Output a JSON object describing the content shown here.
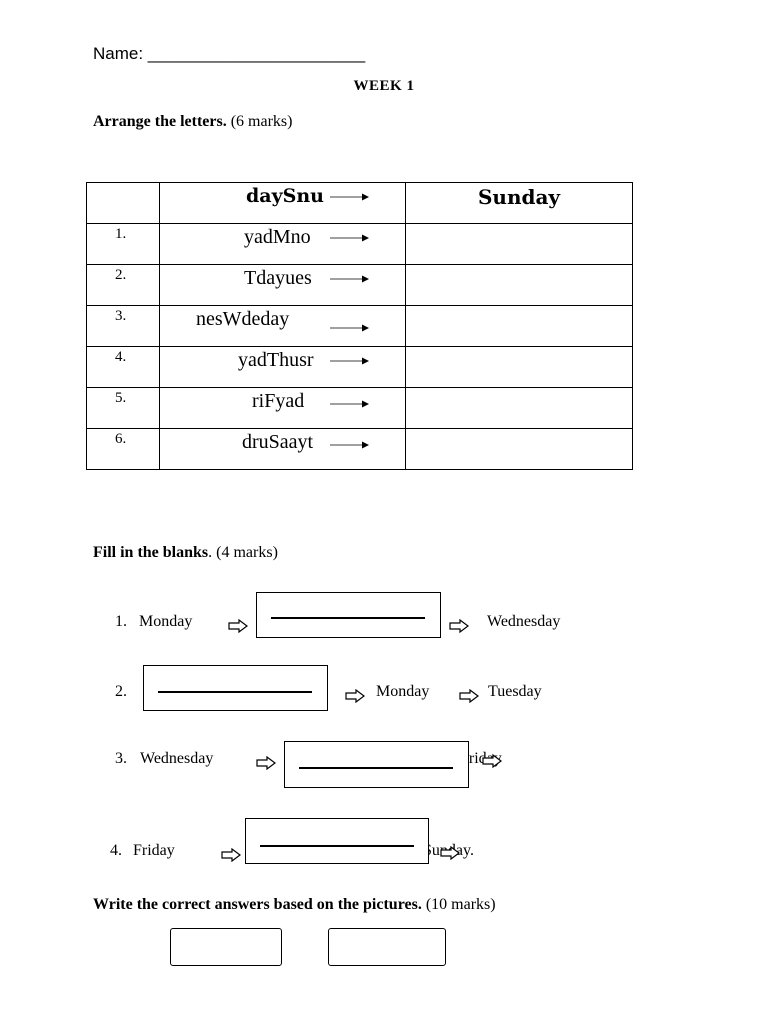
{
  "header": {
    "name_label": "Name: _______________________",
    "week": "WEEK 1"
  },
  "section1": {
    "title_bold": "Arrange the letters.",
    "title_marks": " (6 marks)",
    "example": {
      "scrambled": "daySnu",
      "answer": "Sunday"
    },
    "rows": [
      {
        "num": "1.",
        "scrambled": "yadMno"
      },
      {
        "num": "2.",
        "scrambled": "Tdayues"
      },
      {
        "num": "3.",
        "scrambled": "nesWdeday"
      },
      {
        "num": "4.",
        "scrambled": "yadThusr"
      },
      {
        "num": "5.",
        "scrambled": "riFyad"
      },
      {
        "num": "6.",
        "scrambled": "druSaayt"
      }
    ]
  },
  "section2": {
    "title_bold": "Fill in the blanks",
    "title_marks": ".  (4  marks)",
    "items": [
      {
        "num": "1.",
        "before": "Monday",
        "after": "Wednesday"
      },
      {
        "num": "2.",
        "after1": "Monday",
        "after2": "Tuesday"
      },
      {
        "num": "3.",
        "before": "Wednesday",
        "after": "Friday"
      },
      {
        "num": "4.",
        "before": "Friday",
        "after": "Sunday."
      }
    ]
  },
  "section3": {
    "title_bold": "Write the correct answers based on the pictures.",
    "title_marks": " (10 marks)"
  }
}
